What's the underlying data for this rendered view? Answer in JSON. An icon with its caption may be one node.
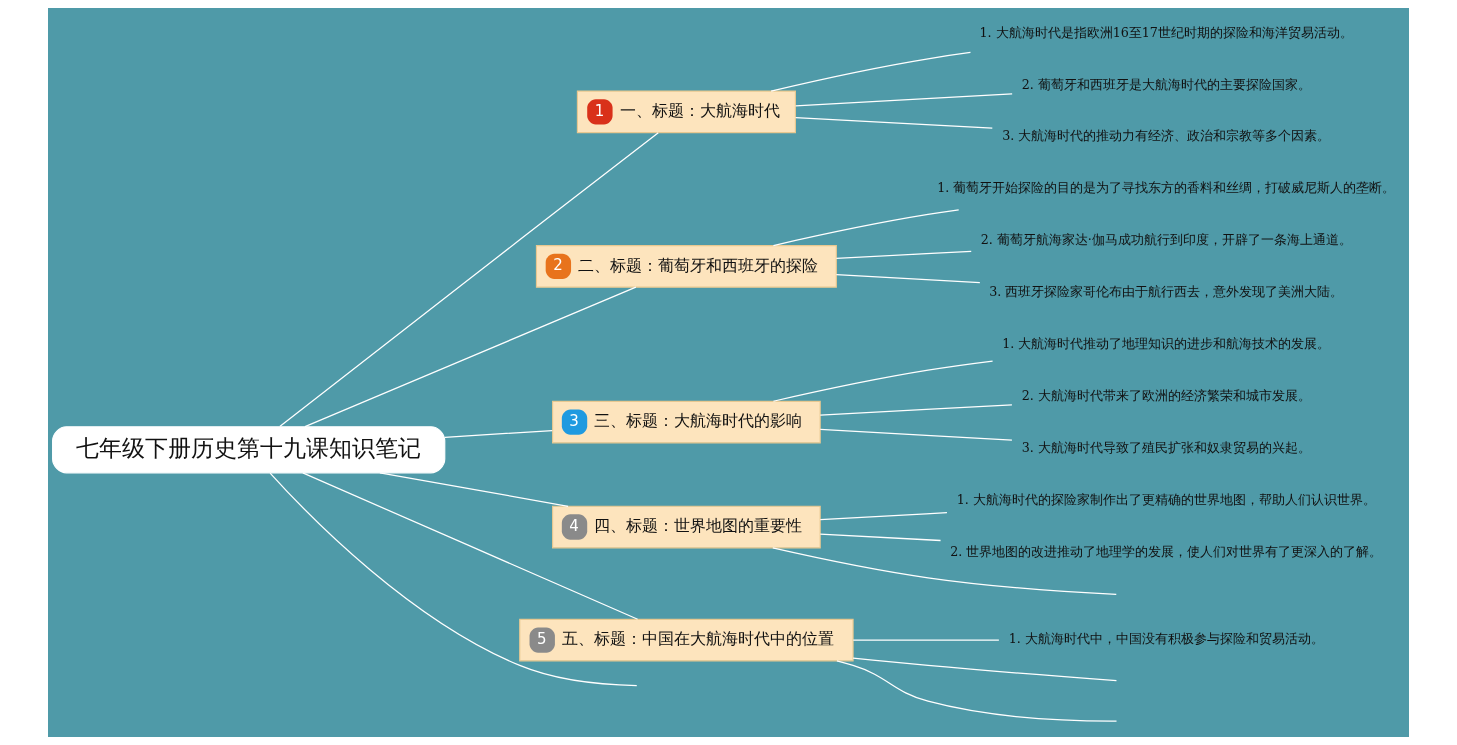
{
  "diagram": {
    "nodes": [
      {
        "text": [
          "七年级下册历史第十九课知识笔记"
        ]
      },
      {
        "text": [
          "1",
          "一、标题：大航海时代"
        ]
      },
      {
        "text": [
          "1. 大航海时代是指欧洲16至17世纪时期的探险和海洋贸易活动。"
        ]
      },
      {
        "text": [
          "2. 葡萄牙和西班牙是大航海时代的主要探险国家。"
        ]
      },
      {
        "text": [
          "3. 大航海时代的推动力有经济、政治和宗教等多个因素。"
        ]
      },
      {
        "text": [
          "2",
          "二、标题：葡萄牙和西班牙的探险"
        ]
      },
      {
        "text": [
          "1. 葡萄牙开始探险的目的是为了寻找东方的香料和丝绸，打破威尼斯人的垄断。"
        ]
      },
      {
        "text": [
          "2. 葡萄牙航海家达·伽马成功航行到印度，开辟了一条海上通道。"
        ]
      },
      {
        "text": [
          "3. 西班牙探险家哥伦布由于航行西去，意外发现了美洲大陆。"
        ]
      },
      {
        "text": [
          "3",
          "三、标题：大航海时代的影响"
        ]
      },
      {
        "text": [
          "1. 大航海时代推动了地理知识的进步和航海技术的发展。"
        ]
      },
      {
        "text": [
          "2. 大航海时代带来了欧洲的经济繁荣和城市发展。"
        ]
      },
      {
        "text": [
          "3. 大航海时代导致了殖民扩张和奴隶贸易的兴起。"
        ]
      },
      {
        "text": [
          "4",
          "四、标题：世界地图的重要性"
        ]
      },
      {
        "text": [
          "1. 大航海时代的探险家制作出了更精确的世界地图，帮助人们认识世界。"
        ]
      },
      {
        "text": [
          "2. 世界地图的改进推动了地理学的发展，使人们对世界有了更深入的了解。"
        ]
      },
      {
        "text": [
          "5",
          "五、标题：中国在大航海时代中的位置"
        ]
      },
      {
        "text": [
          "1. 大航海时代中，中国没有积极参与探险和贸易活动。"
        ]
      }
    ],
    "edges": [
      {
        "from": 0,
        "to": 1,
        "arrow": "none"
      },
      {
        "from": 1,
        "to": 2,
        "arrow": "none"
      },
      {
        "from": 1,
        "to": 3,
        "arrow": "none"
      },
      {
        "from": 1,
        "to": 4,
        "arrow": "none"
      },
      {
        "from": 0,
        "to": 5,
        "arrow": "none"
      },
      {
        "from": 5,
        "to": 6,
        "arrow": "none"
      },
      {
        "from": 5,
        "to": 7,
        "arrow": "none"
      },
      {
        "from": 5,
        "to": 8,
        "arrow": "none"
      },
      {
        "from": 0,
        "to": 9,
        "arrow": "none"
      },
      {
        "from": 9,
        "to": 10,
        "arrow": "none"
      },
      {
        "from": 9,
        "to": 11,
        "arrow": "none"
      },
      {
        "from": 9,
        "to": 12,
        "arrow": "none"
      },
      {
        "from": 0,
        "to": 13,
        "arrow": "none"
      },
      {
        "from": 13,
        "to": 14,
        "arrow": "none"
      },
      {
        "from": 13,
        "to": 15,
        "arrow": "none"
      },
      {
        "from": 13,
        "to": null,
        "arrow": "none"
      },
      {
        "from": 0,
        "to": 16,
        "arrow": "none"
      },
      {
        "from": 16,
        "to": 17,
        "arrow": "none"
      },
      {
        "from": 16,
        "to": null,
        "arrow": "none"
      },
      {
        "from": 16,
        "to": null,
        "arrow": "none"
      },
      {
        "from": 0,
        "to": null,
        "arrow": "none"
      }
    ]
  }
}
